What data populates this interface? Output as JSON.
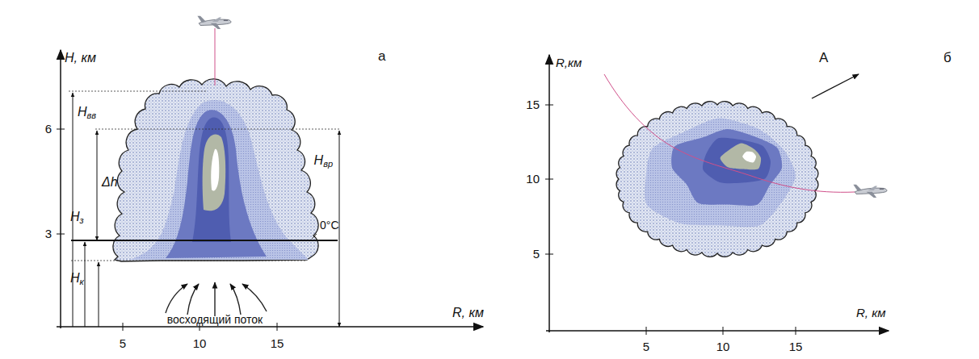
{
  "diagram": {
    "labels": [
      "H, км",
      "6",
      "3",
      "Hвв",
      "Δh",
      "Hз",
      "Hк",
      "Hвр",
      "0°C",
      "восходящий поток",
      "5",
      "10",
      "15",
      "R, км",
      "а",
      "R,км",
      "15",
      "10",
      "5",
      "A",
      "б",
      "R, км",
      "5",
      "10",
      "15"
    ]
  }
}
